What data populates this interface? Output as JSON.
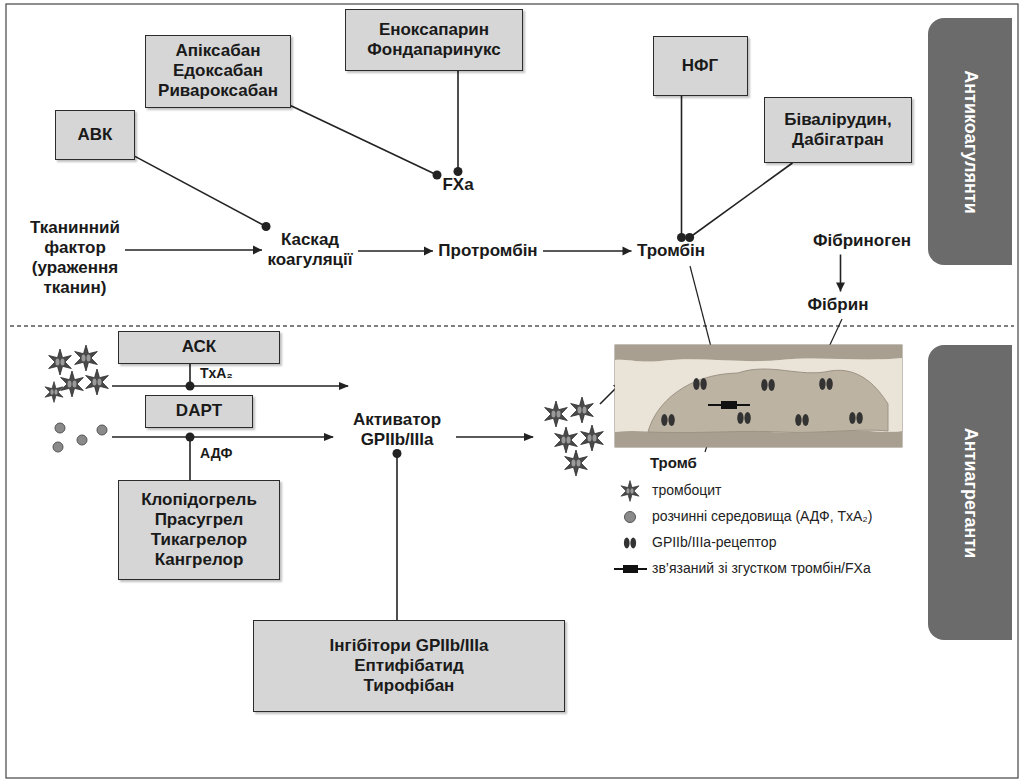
{
  "diagram": {
    "nodes": [
      {
        "text": [
          "АВК"
        ]
      },
      {
        "text": [
          "Апіксабан Едоксабан Ривароксабан"
        ]
      },
      {
        "text": [
          "Еноксапарин Фондапаринукс"
        ]
      },
      {
        "text": [
          "НФГ"
        ]
      },
      {
        "text": [
          "Бівалірудин, Дабігатран"
        ]
      },
      {
        "text": [
          "FXa"
        ]
      },
      {
        "text": [
          "Антикоагулянти"
        ]
      },
      {
        "text": [
          "Тканинний фактор (ураження тканин)"
        ]
      },
      {
        "text": [
          "Каскад коагуляції"
        ]
      },
      {
        "text": [
          "Протромбін"
        ]
      },
      {
        "text": [
          "Тромбін"
        ]
      },
      {
        "text": [
          "Фібриноген"
        ]
      },
      {
        "text": [
          "Фібрин"
        ]
      },
      {
        "text": [
          "АСК"
        ]
      },
      {
        "text": [
          "DAPT"
        ]
      },
      {
        "text": [
          "Активатор GPIIb/IIIa"
        ]
      },
      {
        "text": [
          "Антиагреганти"
        ]
      },
      {
        "text": [
          "Клопідогрель Прасугрел Тикагрелор Кангрелор"
        ]
      },
      {
        "text": [
          "Інгібітори GPIIb/IIIa",
          "Ептифібатид Тирофібан"
        ]
      }
    ],
    "edges": [
      {
        "from": 0,
        "to": 8,
        "arrow": "none"
      },
      {
        "from": 1,
        "to": 5,
        "arrow": "none"
      },
      {
        "from": 2,
        "to": 5,
        "arrow": "none"
      },
      {
        "from": 3,
        "to": 10,
        "arrow": "none"
      },
      {
        "from": 4,
        "to": 10,
        "arrow": "none"
      },
      {
        "from": 7,
        "to": 8,
        "arrow": "to"
      },
      {
        "from": 8,
        "to": 9,
        "arrow": "to"
      },
      {
        "from": 9,
        "to": 10,
        "arrow": "to"
      },
      {
        "from": 11,
        "to": 12,
        "arrow": "to"
      },
      {
        "from": 18,
        "to": 15,
        "arrow": "none"
      }
    ],
    "labels": [
      "TxA₂",
      "АДФ",
      "Тромб"
    ],
    "legend": [
      {
        "text": "тромбоцит"
      },
      {
        "text": "розчинні середовища (АДФ, TxA₂)"
      },
      {
        "text": "GPIIb/IIIa-рецептор"
      },
      {
        "text": "зв’язаний зі згустком тромбін/FXa"
      }
    ]
  }
}
